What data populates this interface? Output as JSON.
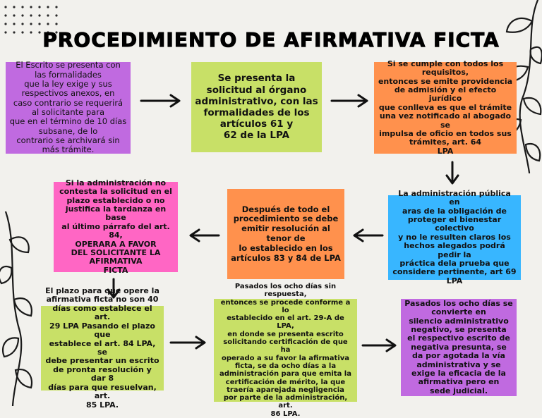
{
  "title": "PROCEDIMIENTO DE AFIRMATIVA FICTA",
  "colors": {
    "purple": "#c06ae0",
    "green": "#c8e067",
    "orange": "#ff914d",
    "blue": "#38b6ff",
    "pink": "#ff66c4",
    "background": "#f2f1ed"
  },
  "steps": [
    {
      "id": "step-1",
      "color": "purple",
      "text": "El Escrito se presenta con las formalidades\nque la ley exige y sus respectivos anexos, en\ncaso contrario se requerirá al solicitante para\nque en el término de 10 días subsane, de lo\ncontrario se archivará sin más trámite."
    },
    {
      "id": "step-2",
      "color": "green",
      "text": "Se presenta la\nsolicitud al órgano\nadministrativo, con las\nformalidades de los\nartículos 61 y\n62 de la LPA"
    },
    {
      "id": "step-3",
      "color": "orange",
      "text": "Si se cumple con todos los requisitos,\nentonces se emite providencia\nde admisión y el efecto jurídico\nque conlleva es que el trámite\nuna vez notificado al abogado se\nimpulsa de oficio en todos sus\ntrámites, art. 64\nLPA"
    },
    {
      "id": "step-4",
      "color": "blue",
      "text": "La administración pública en\naras de la obligación de\nproteger el bienestar colectivo\ny no le resulten claros los\nhechos alegados podrá pedir la\npráctica dela prueba que\nconsidere pertinente, art 69\nLPA"
    },
    {
      "id": "step-5",
      "color": "orange",
      "text": "Después de todo el\nprocedimiento se debe\nemitir resolución al tenor de\nlo establecido en los\nartículos 83 y 84 de LPA"
    },
    {
      "id": "step-6",
      "color": "pink",
      "text": "Si la administración no\ncontesta la solicitud en el\nplazo establecido o no\njustifica la tardanza en base\nal último párrafo del art. 84,\nOPERARA A FAVOR\nDEL SOLICITANTE LA\nAFIRMATIVA\nFICTA"
    },
    {
      "id": "step-7",
      "color": "green",
      "text": "El plazo para que opere la\nafirmativa ficta no son 40\ndías como establece el art.\n29 LPA Pasando el plazo que\nestablece el art. 84 LPA, se\ndebe presentar un escrito\nde pronta resolución y dar 8\ndías para que resuelvan, art.\n85 LPA."
    },
    {
      "id": "step-8",
      "color": "green",
      "text": "Pasados los ocho días sin respuesta,\nentonces se procede conforme a lo\nestablecido en el art. 29-A de LPA,\nen donde se presenta escrito\nsolicitando certificación de que ha\noperado a su favor la afirmativa\nficta, se da ocho días a la\nadministración para que emita la\ncertificación de mérito, la que\ntraería aparejada negligencia\npor parte de la administración, art.\n86 LPA."
    },
    {
      "id": "step-9",
      "color": "purple",
      "text": "Pasados los ocho días se\nconvierte en\nsilencio administrativo\nnegativo, se presenta\nel respectivo escrito de\nnegativa presunta, se\nda por agotada la vía\nadministrativa y se\nexige la eficacia de la\nafirmativa pero en\nsede judicial."
    }
  ]
}
